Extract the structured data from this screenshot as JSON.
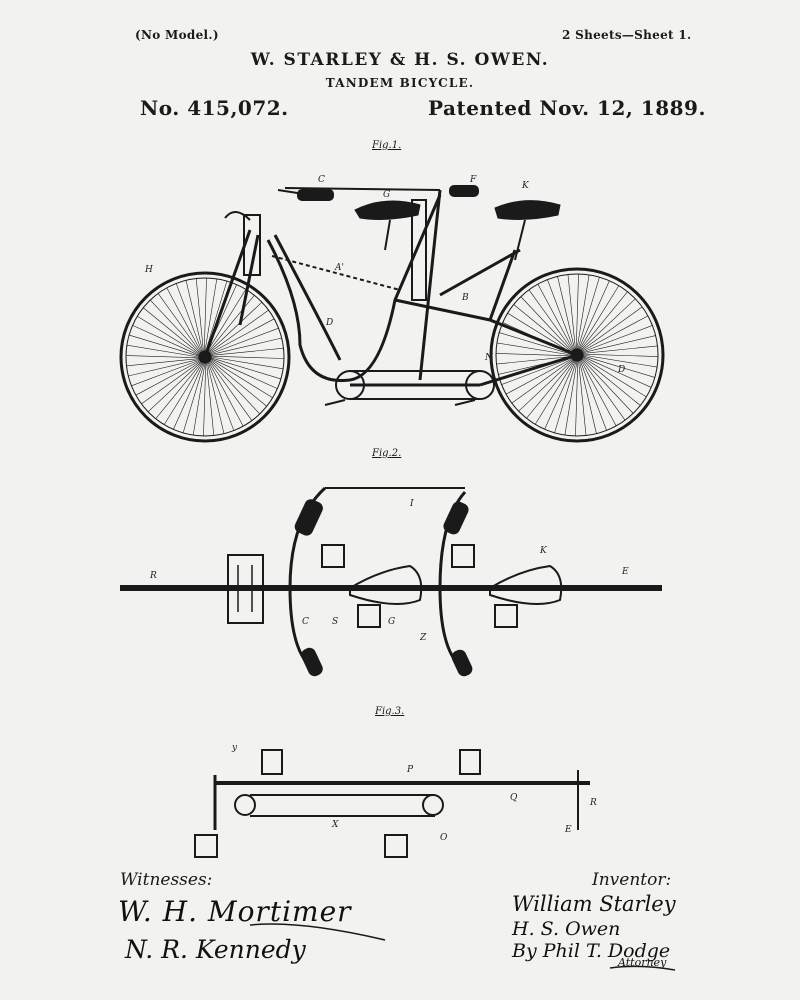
{
  "header": {
    "no_model": "(No Model.)",
    "sheets": "2 Sheets—Sheet 1.",
    "inventors": "W. STARLEY & H. S. OWEN.",
    "invention": "TANDEM BICYCLE.",
    "patent_number": "No. 415,072.",
    "patent_date": "Patented Nov. 12, 1889."
  },
  "figures": {
    "fig1": "Fig.1.",
    "fig2": "Fig.2.",
    "fig3": "Fig.3."
  },
  "signatures": {
    "witnesses_label": "Witnesses:",
    "witness_1": "W. H. Mortimer",
    "witness_2": "N. R. Kennedy",
    "inventor_label": "Inventor:",
    "inventor_1": "William Starley",
    "inventor_2": "H. S. Owen",
    "attorney_line": "By Phil T. Dodge",
    "attorney_word": "Attorney"
  }
}
